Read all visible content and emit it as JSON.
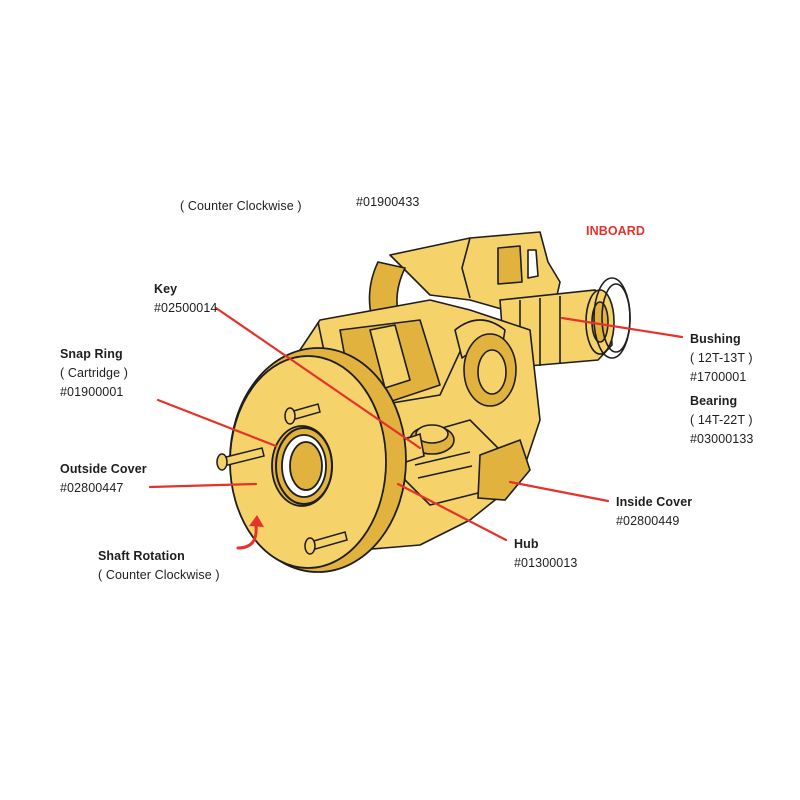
{
  "colors": {
    "body": "#f6d36a",
    "shade": "#e2b23f",
    "outline": "#1e1e1e",
    "leader": "#e5332a",
    "accent_text": "#e5332a"
  },
  "top_labels": {
    "rotation_note": "( Counter Clockwise )",
    "part_code": "#01900433",
    "inboard": "INBOARD"
  },
  "parts": {
    "key": {
      "name": "Key",
      "code": "#02500014"
    },
    "snap_ring": {
      "name": "Snap Ring",
      "sub": "( Cartridge )",
      "code": "#01900001"
    },
    "outside_cover": {
      "name": "Outside Cover",
      "code": "#02800447"
    },
    "shaft_rotation": {
      "name": "Shaft Rotation",
      "sub": "( Counter Clockwise )"
    },
    "bushing": {
      "name": "Bushing",
      "sub": "( 12T-13T )",
      "code": "#1700001"
    },
    "bearing": {
      "name": "Bearing",
      "sub": "( 14T-22T )",
      "code": "#03000133"
    },
    "inside_cover": {
      "name": "Inside Cover",
      "code": "#02800449"
    },
    "hub": {
      "name": "Hub",
      "code": "#01300013"
    }
  }
}
